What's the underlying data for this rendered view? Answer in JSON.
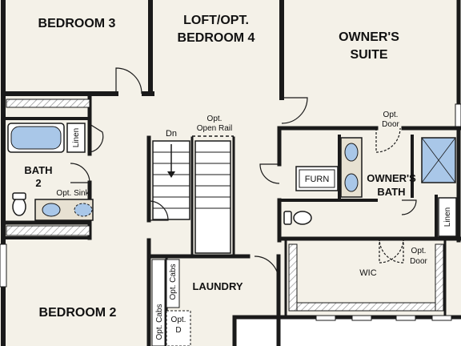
{
  "colors": {
    "wall": "#1a1a1a",
    "floor": "#f4f1e8",
    "fixture": "#a9c7e8",
    "cabinet": "#e7e1d2",
    "hatch": "#9a9a9a",
    "background": "#ffffff"
  },
  "rooms": {
    "bedroom3": "BEDROOM 3",
    "loft_line1": "LOFT/OPT.",
    "loft_line2": "BEDROOM 4",
    "owners_suite_line1": "OWNER'S",
    "owners_suite_line2": "SUITE",
    "bath2_line1": "BATH",
    "bath2_line2": "2",
    "owners_bath_line1": "OWNER'S",
    "owners_bath_line2": "BATH",
    "laundry": "LAUNDRY",
    "wic": "WIC",
    "bedroom2": "BEDROOM 2"
  },
  "labels": {
    "linen_bath2": "Linen",
    "linen_owners": "Linen",
    "opt_sink": "Opt. Sink",
    "stair_dn": "Dn",
    "opt_open_rail_line1": "Opt.",
    "opt_open_rail_line2": "Open Rail",
    "opt_door_top_line1": "Opt.",
    "opt_door_top_line2": "Door",
    "opt_door_wic_line1": "Opt.",
    "opt_door_wic_line2": "Door",
    "furn": "FURN",
    "opt_cabs_1": "Opt. Cabs",
    "opt_cabs_2": "Opt. Cabs",
    "opt_d_line1": "Opt.",
    "opt_d_line2": "D"
  }
}
